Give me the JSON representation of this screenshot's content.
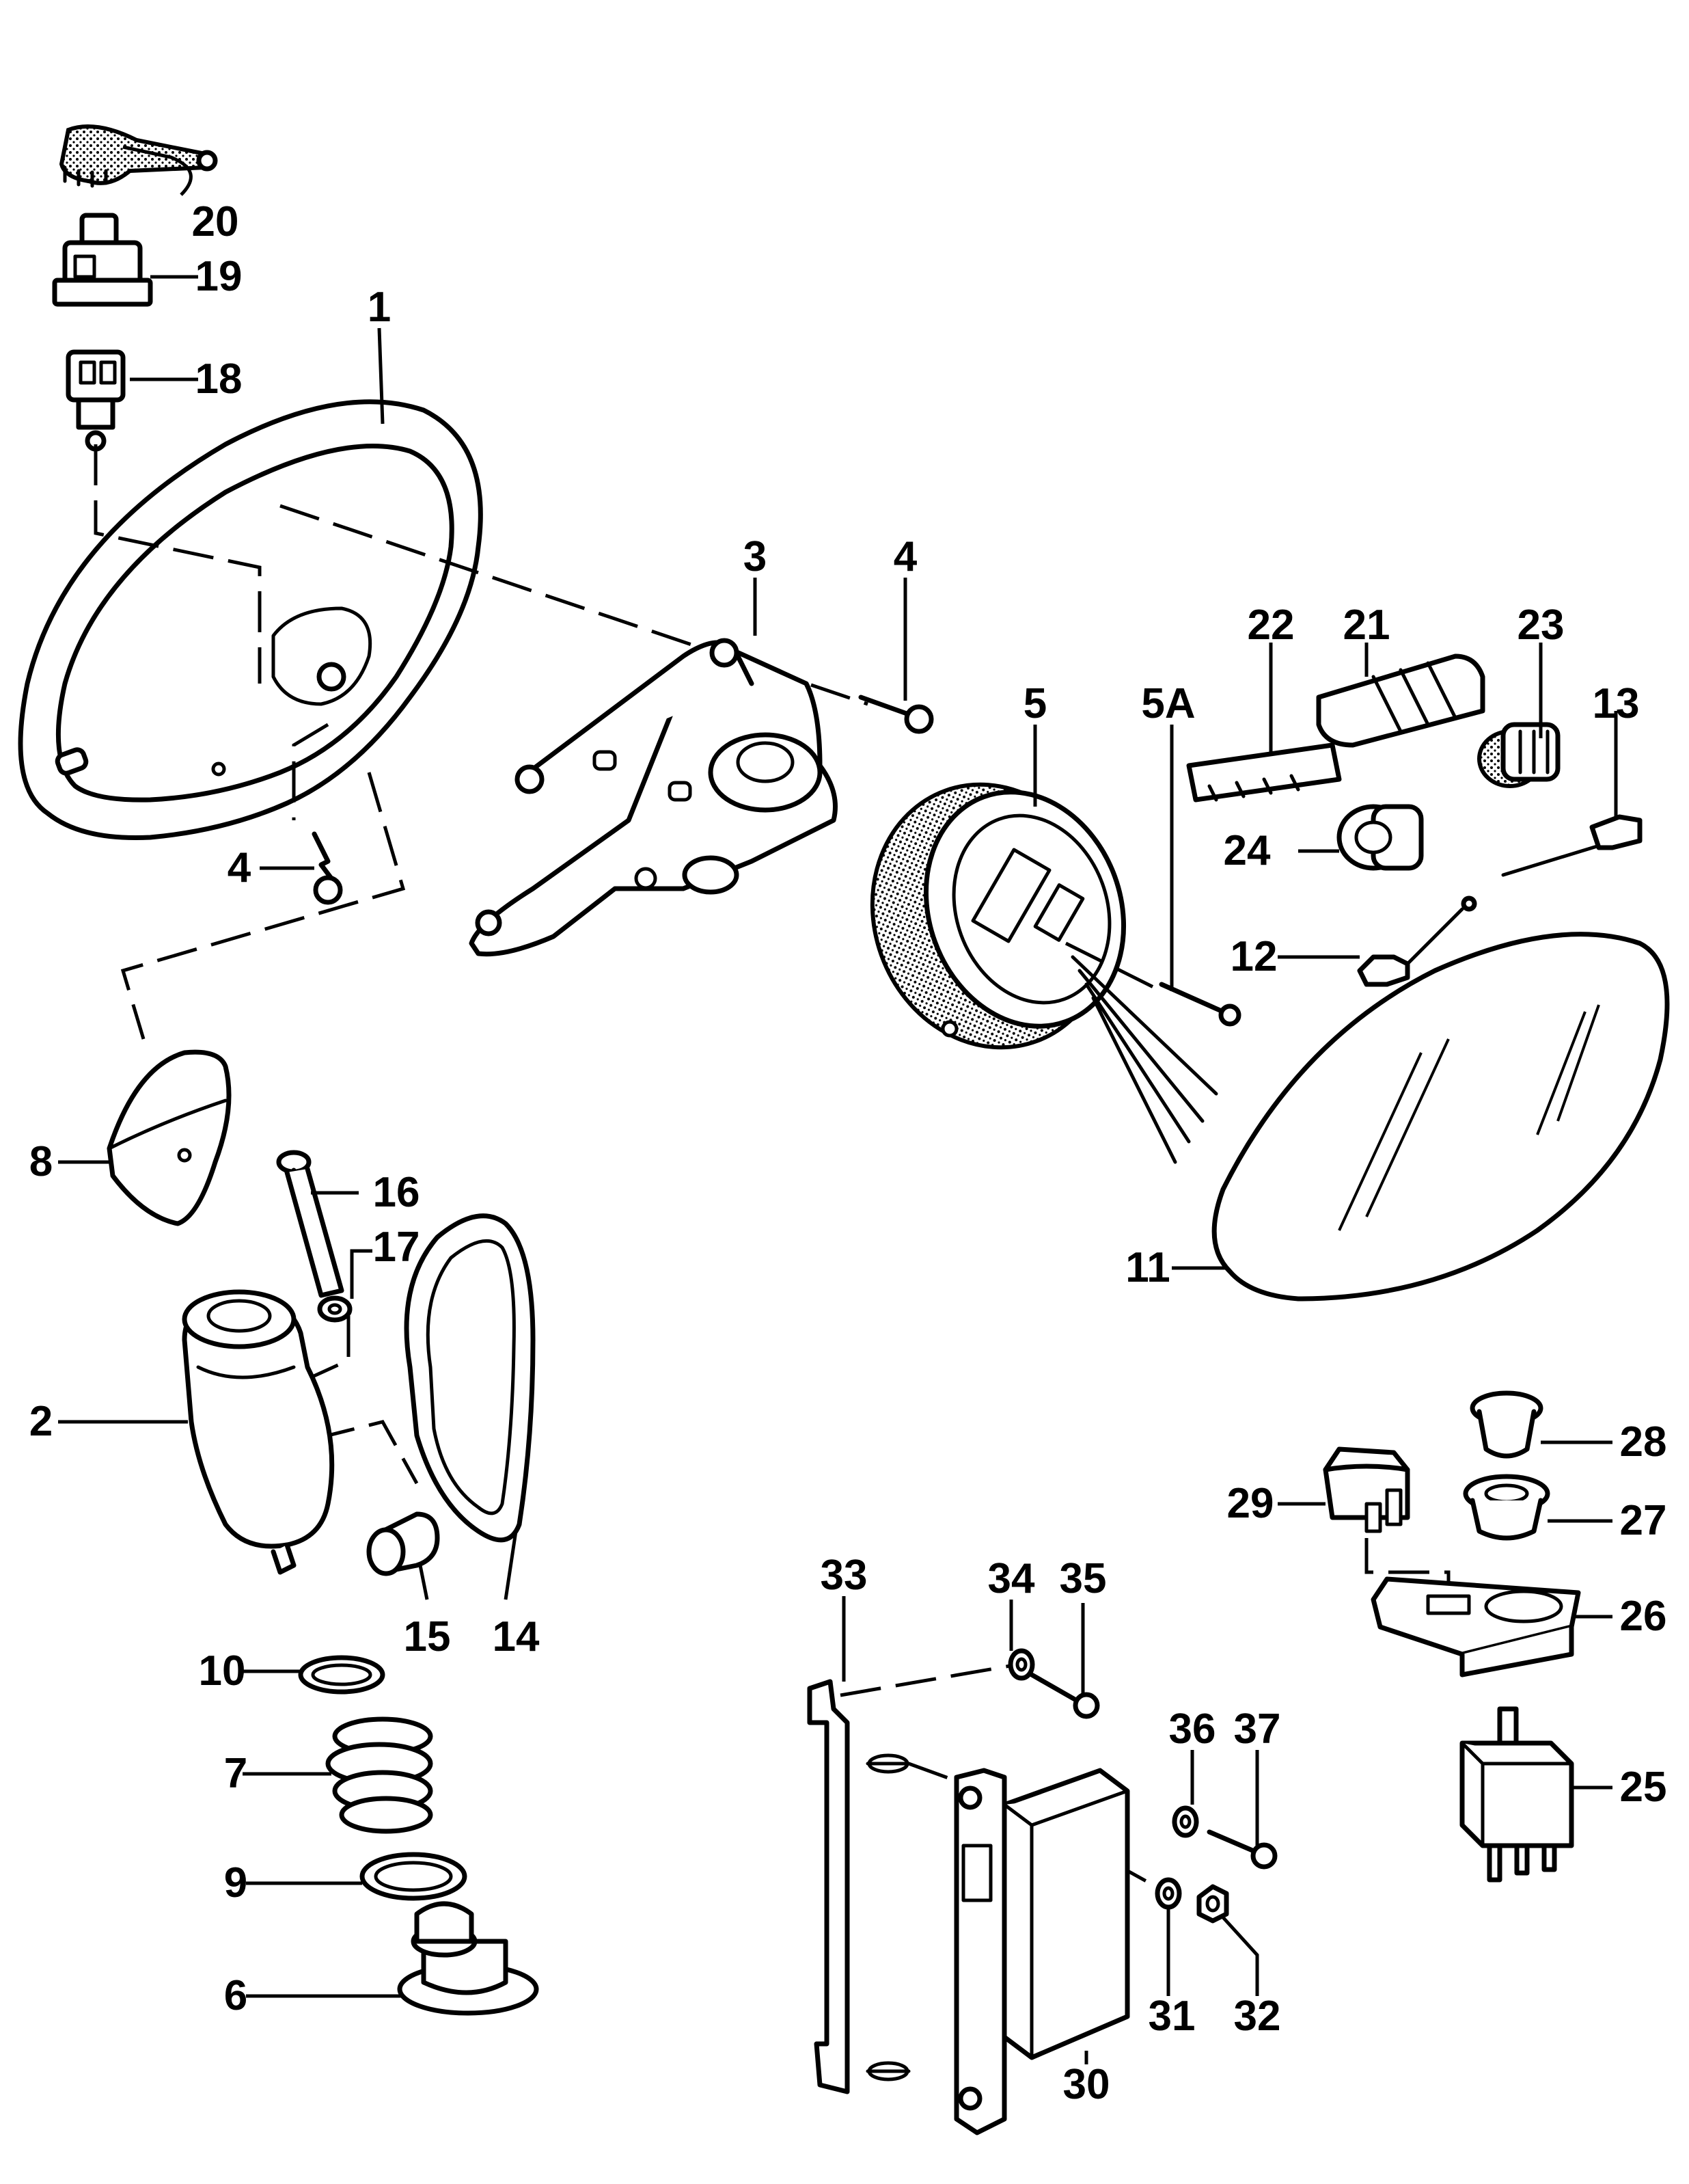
{
  "diagram": {
    "callouts": [
      {
        "key": "c1",
        "text": "1"
      },
      {
        "key": "c2",
        "text": "2"
      },
      {
        "key": "c3",
        "text": "3"
      },
      {
        "key": "c4a",
        "text": "4"
      },
      {
        "key": "c4b",
        "text": "4"
      },
      {
        "key": "c5",
        "text": "5"
      },
      {
        "key": "c5a",
        "text": "5A"
      },
      {
        "key": "c6",
        "text": "6"
      },
      {
        "key": "c7",
        "text": "7"
      },
      {
        "key": "c8",
        "text": "8"
      },
      {
        "key": "c9",
        "text": "9"
      },
      {
        "key": "c10",
        "text": "10"
      },
      {
        "key": "c11",
        "text": "11"
      },
      {
        "key": "c12",
        "text": "12"
      },
      {
        "key": "c13",
        "text": "13"
      },
      {
        "key": "c14",
        "text": "14"
      },
      {
        "key": "c15",
        "text": "15"
      },
      {
        "key": "c16",
        "text": "16"
      },
      {
        "key": "c17",
        "text": "17"
      },
      {
        "key": "c18",
        "text": "18"
      },
      {
        "key": "c19",
        "text": "19"
      },
      {
        "key": "c20",
        "text": "20"
      },
      {
        "key": "c21",
        "text": "21"
      },
      {
        "key": "c22",
        "text": "22"
      },
      {
        "key": "c23",
        "text": "23"
      },
      {
        "key": "c24",
        "text": "24"
      },
      {
        "key": "c25",
        "text": "25"
      },
      {
        "key": "c26",
        "text": "26"
      },
      {
        "key": "c27",
        "text": "27"
      },
      {
        "key": "c28",
        "text": "28"
      },
      {
        "key": "c29",
        "text": "29"
      },
      {
        "key": "c30",
        "text": "30"
      },
      {
        "key": "c31",
        "text": "31"
      },
      {
        "key": "c32",
        "text": "32"
      },
      {
        "key": "c33",
        "text": "33"
      },
      {
        "key": "c34",
        "text": "34"
      },
      {
        "key": "c35",
        "text": "35"
      },
      {
        "key": "c36",
        "text": "36"
      },
      {
        "key": "c37",
        "text": "37"
      }
    ],
    "colors": {
      "ink": "#000000",
      "paper": "#ffffff"
    }
  }
}
